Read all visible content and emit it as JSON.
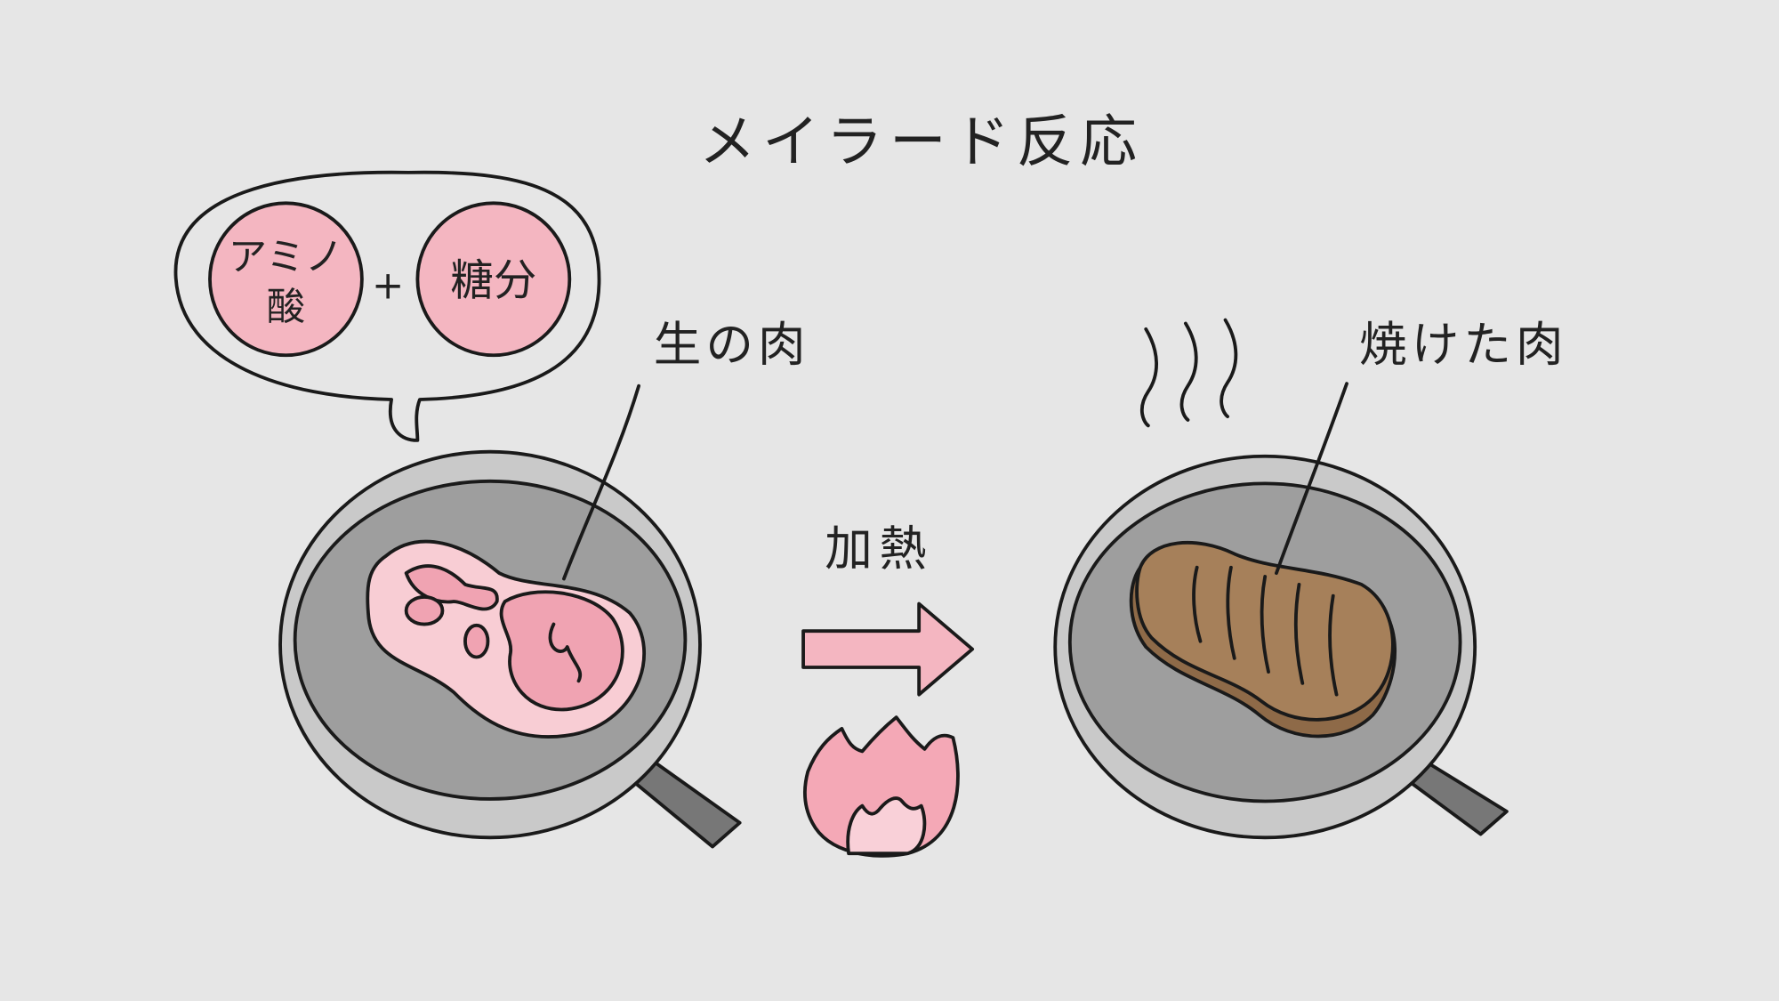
{
  "title": "メイラード反応",
  "bubble": {
    "ingredient1_line1": "アミノ",
    "ingredient1_line2": "酸",
    "plus": "+",
    "ingredient2": "糖分"
  },
  "raw_meat_label": "生の肉",
  "heat_label": "加熱",
  "cooked_meat_label": "焼けた肉",
  "colors": {
    "background": "#e6e6e6",
    "pan": "#9e9e9e",
    "pan_rim": "#c9c9c9",
    "pink": "#f4b6c1",
    "raw_meat": "#f8cdd4",
    "raw_meat_dark": "#f0a3b2",
    "cooked_meat": "#a6805a"
  }
}
